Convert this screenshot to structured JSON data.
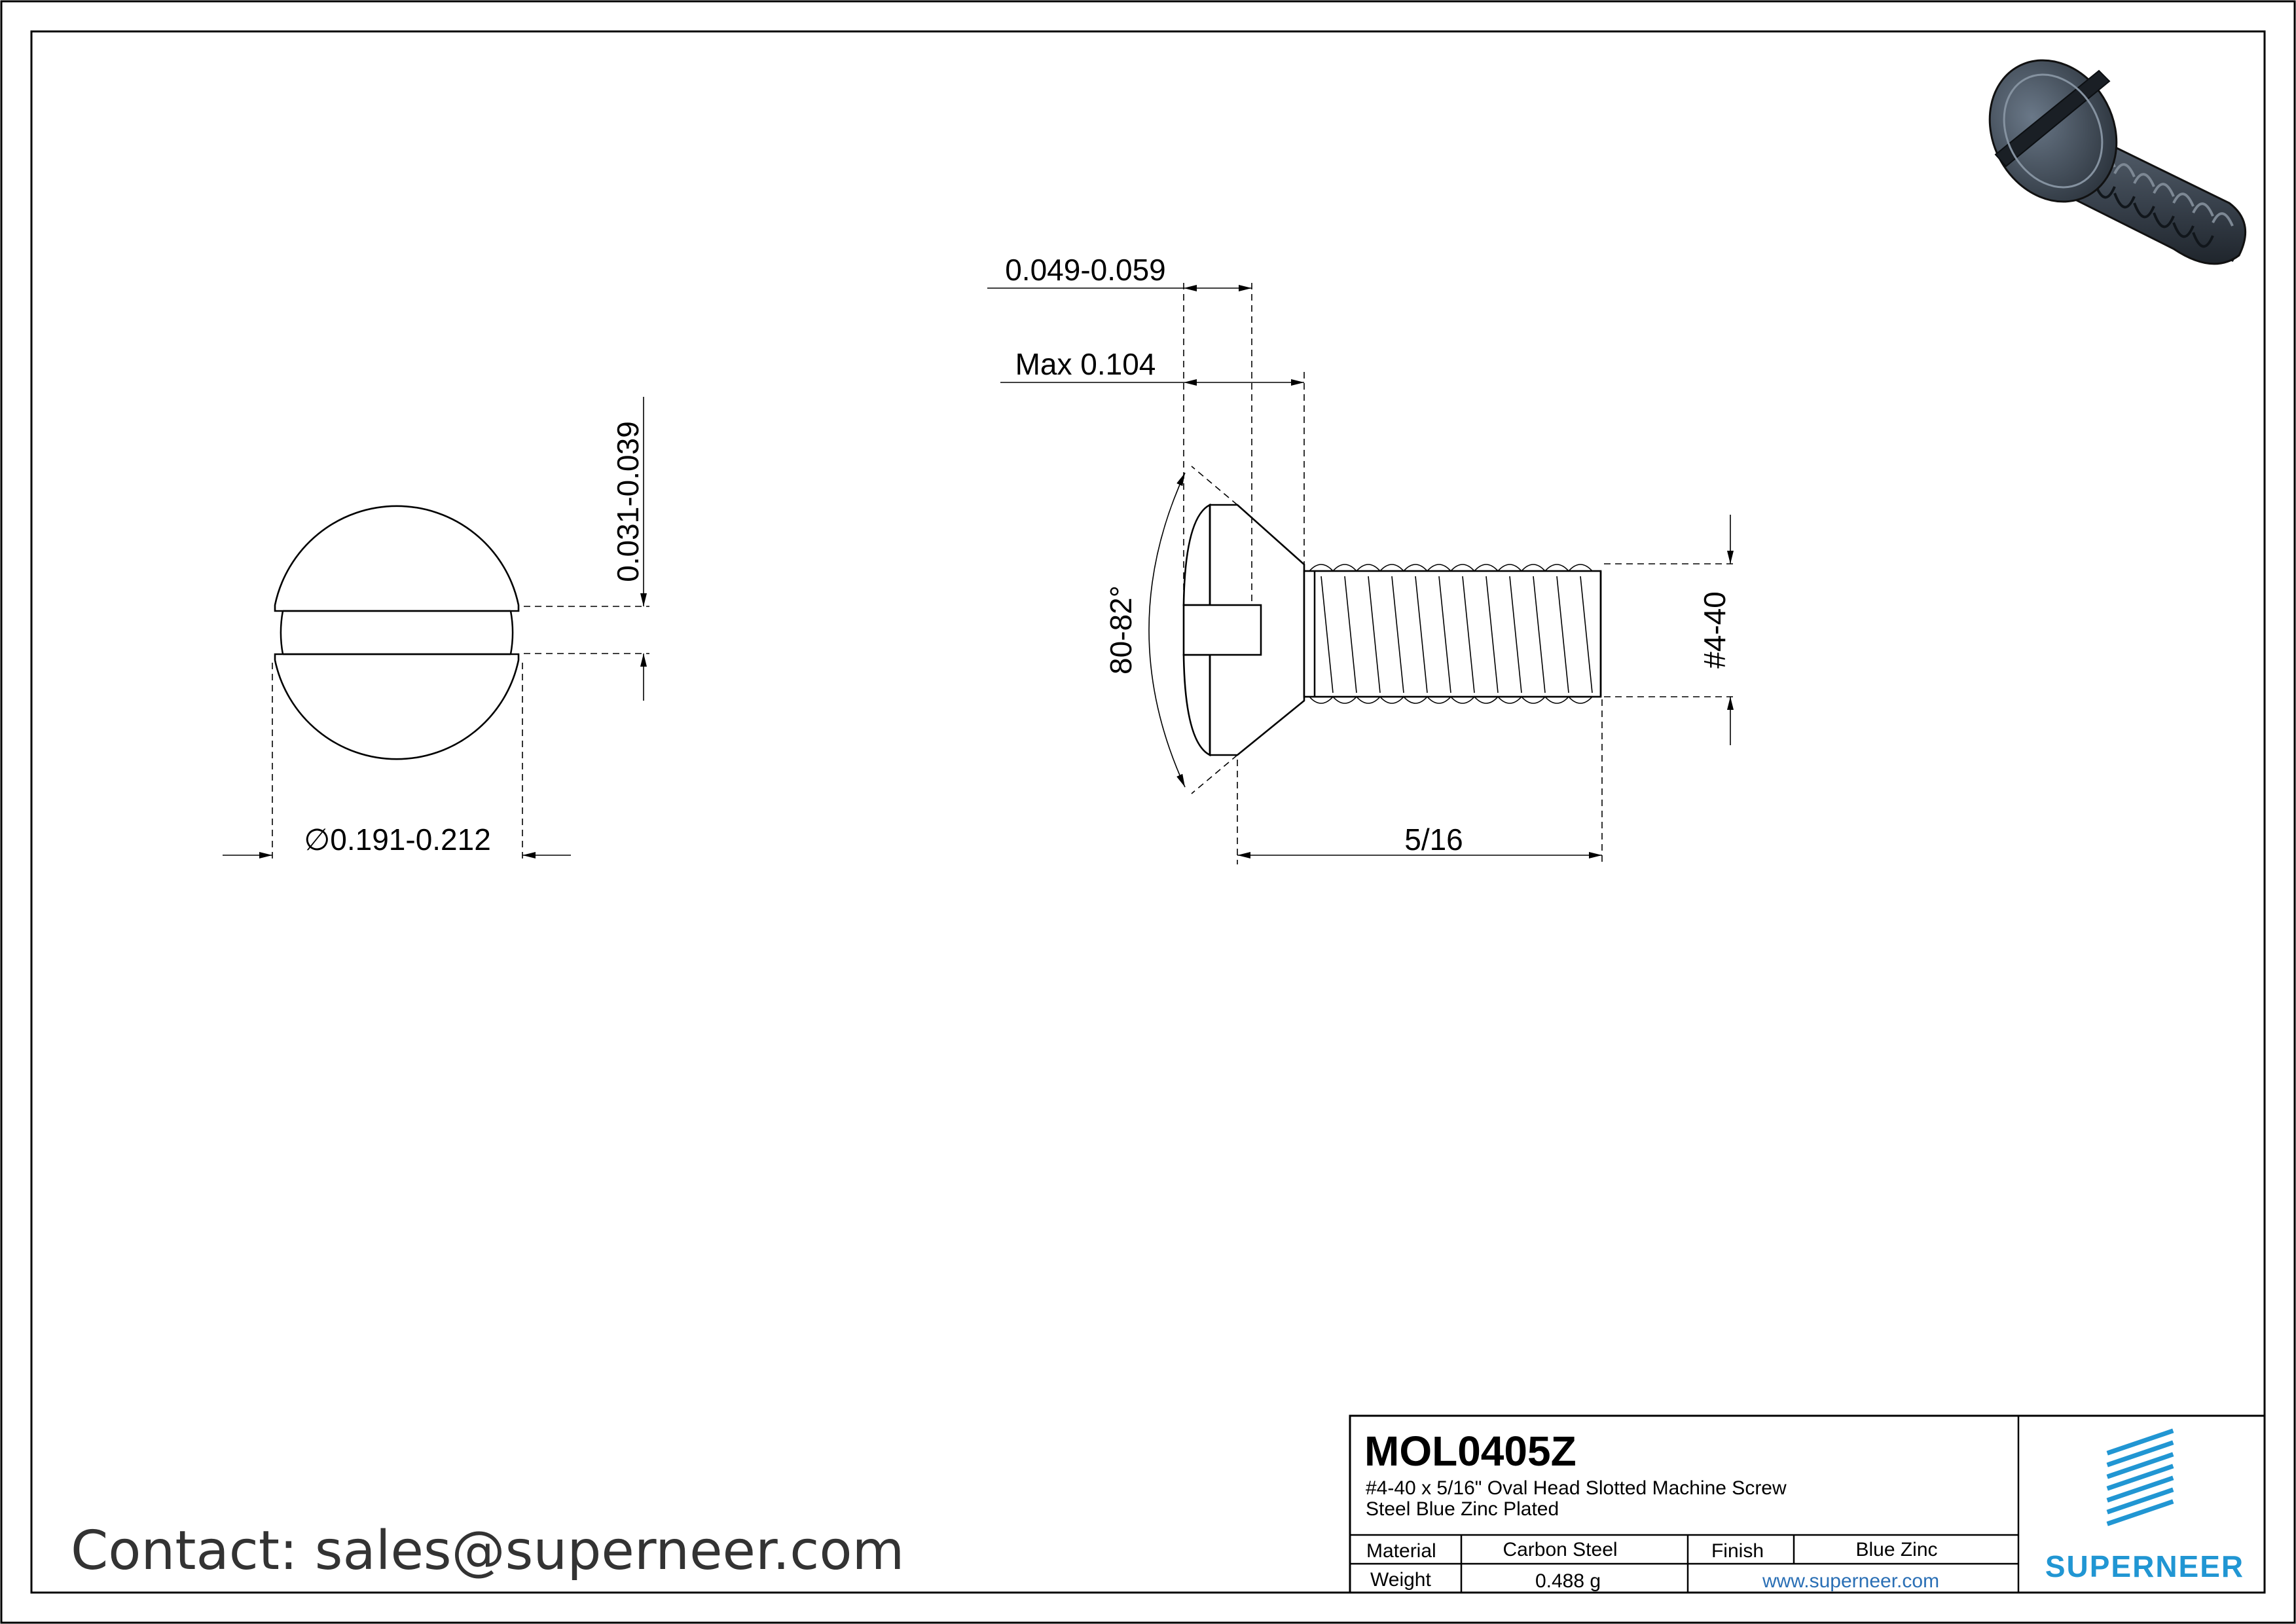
{
  "drawing": {
    "dimensions": {
      "head_diameter": "∅0.191-0.212",
      "slot_width": "0.031-0.039",
      "slot_depth": "0.049-0.059",
      "head_height": "Max 0.104",
      "head_angle": "80-82°",
      "length": "5/16",
      "thread": "#4-40"
    }
  },
  "contact": "Contact: sales@superneer.com",
  "title_block": {
    "part_code": "MOL0405Z",
    "description_line1": "#4-40 x 5/16\" Oval Head Slotted Machine Screw",
    "description_line2": "Steel Blue Zinc Plated",
    "material_label": "Material",
    "material_value": "Carbon Steel",
    "finish_label": "Finish",
    "finish_value": "Blue Zinc",
    "weight_label": "Weight",
    "weight_value": "0.488 g",
    "website": "www.superneer.com",
    "brand": "SUPERNEER"
  },
  "colors": {
    "brand_blue": "#2196d3",
    "link_blue": "#2a6fb5",
    "screw_render": "#3c4652"
  },
  "icons": [
    "superneer-logo-icon",
    "screw-3d-render-icon"
  ]
}
